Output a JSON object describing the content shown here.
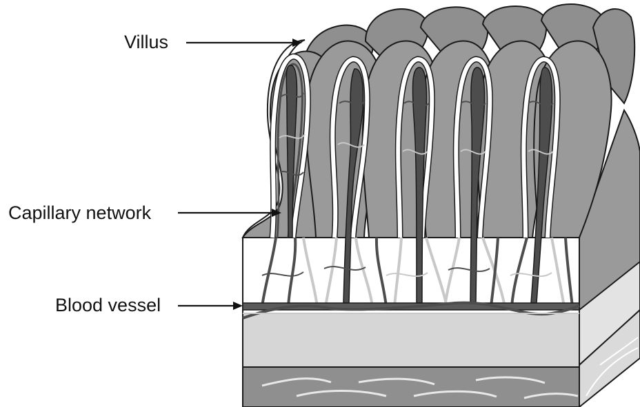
{
  "labels": {
    "villus": "Villus",
    "capillary_network": "Capillary network",
    "blood_vessel": "Blood vessel"
  },
  "colors": {
    "villus_fill": "#9a9a9a",
    "villus_back_fill": "#8c8c8c",
    "outline": "#1a1a1a",
    "tissue_white": "#ffffff",
    "band_gray": "#d9d9d9",
    "muscle_gray": "#8f8f8f",
    "side_face": "#dcdcdc",
    "vessel_dark": "#4d4d4d",
    "vessel_light": "#c8c8c8"
  }
}
